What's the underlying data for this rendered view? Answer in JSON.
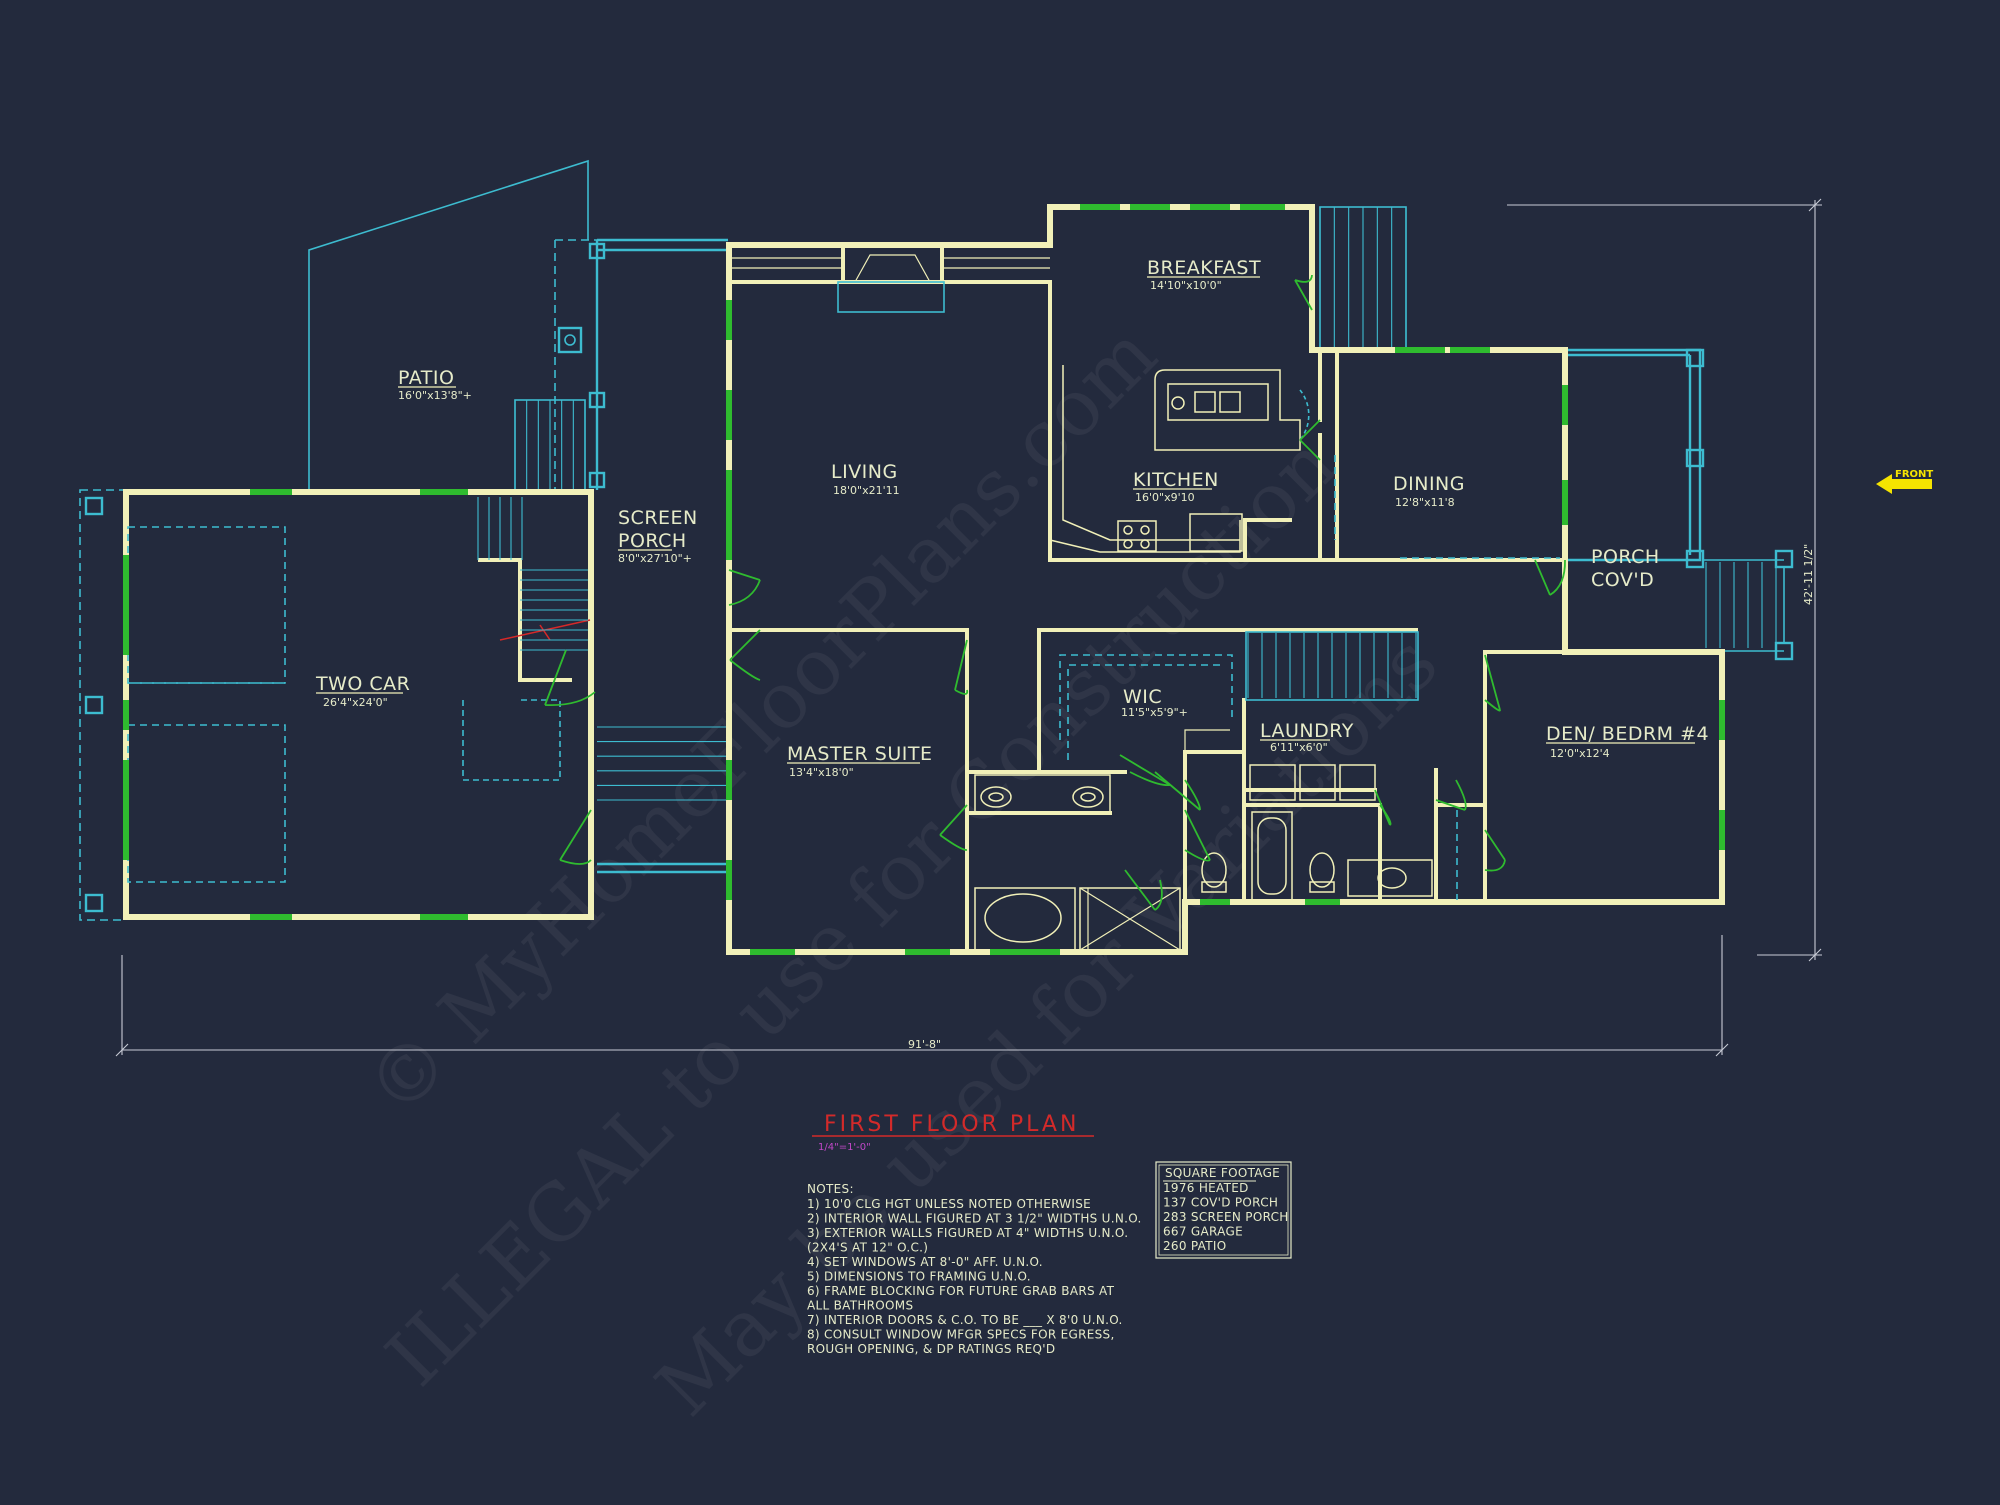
{
  "rooms": {
    "patio": {
      "name": "PATIO",
      "dims": "16'0\"x13'8\"+"
    },
    "screen_porch": {
      "name_line1": "SCREEN",
      "name_line2": "PORCH",
      "dims": "8'0\"x27'10\"+"
    },
    "garage": {
      "name": "TWO CAR",
      "dims": "26'4\"x24'0\""
    },
    "living": {
      "name": "LIVING",
      "dims": "18'0\"x21'11"
    },
    "breakfast": {
      "name": "BREAKFAST",
      "dims": "14'10\"x10'0\""
    },
    "kitchen": {
      "name": "KITCHEN",
      "dims": "16'0\"x9'10"
    },
    "dining": {
      "name": "DINING",
      "dims": "12'8\"x11'8"
    },
    "porch": {
      "name_line1": "PORCH",
      "name_line2": "COV'D"
    },
    "master": {
      "name": "MASTER SUITE",
      "dims": "13'4\"x18'0\""
    },
    "wic": {
      "name": "WIC",
      "dims": "11'5\"x5'9\"+"
    },
    "laundry": {
      "name": "LAUNDRY",
      "dims": "6'11\"x6'0\""
    },
    "den": {
      "name": "DEN/ BEDRM #4",
      "dims": "12'0\"x12'4"
    }
  },
  "dimensions": {
    "width": "91'-8\"",
    "depth": "42'-11 1/2\""
  },
  "front_marker": {
    "label": "FRONT",
    "color": "#f5e400"
  },
  "plan": {
    "title": "FIRST FLOOR PLAN",
    "scale": "1/4\"=1'-0\""
  },
  "notes": {
    "heading": "NOTES:",
    "lines": [
      "1)  10'0 CLG HGT UNLESS NOTED OTHERWISE",
      "2)  INTERIOR WALL FIGURED AT 3 1/2\" WIDTHS U.N.O.",
      "3)  EXTERIOR WALLS FIGURED AT 4\" WIDTHS U.N.O.",
      "      (2X4'S AT 12\" O.C.)",
      "4)  SET WINDOWS AT 8'-0\" AFF. U.N.O.",
      "5)  DIMENSIONS TO FRAMING U.N.O.",
      "6)  FRAME BLOCKING FOR FUTURE GRAB BARS AT",
      "      ALL BATHROOMS",
      "7)  INTERIOR DOORS & C.O. TO BE ___ X 8'0 U.N.O.",
      "8)  CONSULT WINDOW MFGR SPECS FOR EGRESS,",
      "      ROUGH OPENING, & DP RATINGS REQ'D"
    ]
  },
  "square_footage": {
    "heading": "SQUARE FOOTAGE",
    "rows": [
      "1976  HEATED",
      "137  COV'D PORCH",
      "283  SCREEN PORCH",
      "667  GARAGE",
      "260  PATIO"
    ]
  },
  "watermark": {
    "line1": "© MyHomeFloorPlans.com",
    "line2": "ILLEGAL to use for Construction",
    "line3": "May be used for Variations"
  },
  "colors": {
    "background": "#232a3d",
    "walls": "#f1f0b8",
    "windows": "#2fbb2f",
    "porch_outline": "#3dbcd0",
    "title": "#d32a2a"
  }
}
